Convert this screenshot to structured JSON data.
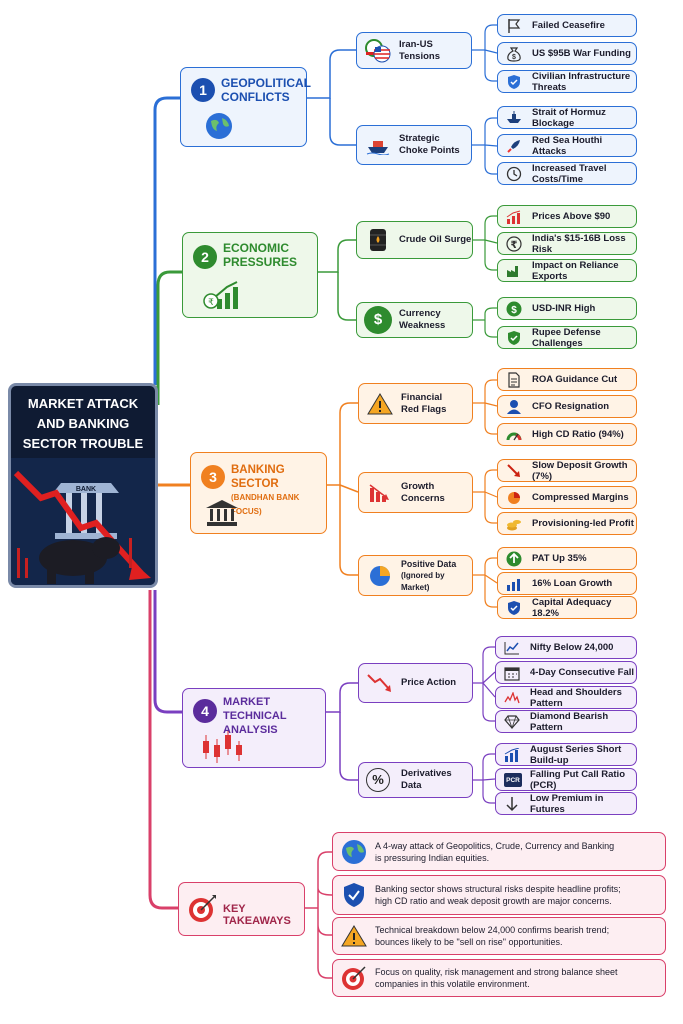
{
  "main_title": [
    "MARKET ATTACK",
    "AND BANKING",
    "SECTOR TROUBLE"
  ],
  "main_image": {
    "bank_sign": "BANK"
  },
  "colors": {
    "geo": "#2b6fd6",
    "eco": "#3a9a3a",
    "bank": "#f08020",
    "tech": "#7a3fc0",
    "take": "#d9406a"
  },
  "categories": [
    {
      "number": "1",
      "title": [
        "GEOPOLITICAL",
        "CONFLICTS"
      ],
      "icon": "globe-icon",
      "subs": [
        {
          "label": [
            "Iran-US Tensions"
          ],
          "icon": "flags-icon",
          "leaves": [
            {
              "label": "Failed Ceasefire",
              "icon": "flag-icon"
            },
            {
              "label": "US $95B War Funding",
              "icon": "money-bag-icon"
            },
            {
              "label": "Civilian Infrastructure Threats",
              "icon": "shield-icon"
            }
          ]
        },
        {
          "label": [
            "Strategic",
            "Choke Points"
          ],
          "icon": "ship-icon",
          "leaves": [
            {
              "label": "Strait of Hormuz Blockage",
              "icon": "ship-icon"
            },
            {
              "label": "Red Sea Houthi Attacks",
              "icon": "rocket-icon"
            },
            {
              "label": "Increased Travel Costs/Time",
              "icon": "clock-icon"
            }
          ]
        }
      ]
    },
    {
      "number": "2",
      "title": [
        "ECONOMIC",
        "PRESSURES"
      ],
      "icon": "rupee-growth-icon",
      "subs": [
        {
          "label": [
            "Crude Oil Surge"
          ],
          "icon": "oil-barrel-icon",
          "leaves": [
            {
              "label": "Prices Above $90",
              "icon": "rising-chart-icon"
            },
            {
              "label": "India's $15-16B Loss Risk",
              "icon": "rupee-icon"
            },
            {
              "label": "Impact on Reliance Exports",
              "icon": "factory-icon"
            }
          ]
        },
        {
          "label": [
            "Currency Weakness"
          ],
          "icon": "dollar-icon",
          "leaves": [
            {
              "label": "USD-INR High",
              "icon": "dollar-icon"
            },
            {
              "label": "Rupee Defense Challenges",
              "icon": "shield-icon"
            }
          ]
        }
      ]
    },
    {
      "number": "3",
      "title": [
        "BANKING SECTOR"
      ],
      "subtitle": "(BANDHAN BANK FOCUS)",
      "icon": "bank-icon",
      "subs": [
        {
          "label": [
            "Financial",
            "Red Flags"
          ],
          "icon": "warning-icon",
          "leaves": [
            {
              "label": "ROA Guidance Cut",
              "icon": "document-icon"
            },
            {
              "label": "CFO Resignation",
              "icon": "person-icon"
            },
            {
              "label": "High CD Ratio (94%)",
              "icon": "gauge-icon"
            }
          ]
        },
        {
          "label": [
            "Growth",
            "Concerns"
          ],
          "icon": "falling-bars-icon",
          "leaves": [
            {
              "label": "Slow Deposit Growth (7%)",
              "icon": "down-arrow-icon"
            },
            {
              "label": "Compressed Margins",
              "icon": "pie-icon"
            },
            {
              "label": "Provisioning-led Profit",
              "icon": "coins-icon"
            }
          ]
        },
        {
          "label": [
            "Positive Data",
            "(Ignored by Market)"
          ],
          "icon": "pie-chart-icon",
          "leaves": [
            {
              "label": "PAT Up 35%",
              "icon": "up-arrow-icon"
            },
            {
              "label": "16% Loan Growth",
              "icon": "bar-chart-icon"
            },
            {
              "label": "Capital Adequacy 18.2%",
              "icon": "shield-icon"
            }
          ]
        }
      ]
    },
    {
      "number": "4",
      "title": [
        "MARKET TECHNICAL",
        "ANALYSIS"
      ],
      "icon": "candlestick-icon",
      "subs": [
        {
          "label": [
            "Price Action"
          ],
          "icon": "downtrend-icon",
          "leaves": [
            {
              "label": "Nifty Below 24,000",
              "icon": "line-chart-icon"
            },
            {
              "label": "4-Day Consecutive Fall",
              "icon": "calendar-icon"
            },
            {
              "label": "Head and Shoulders Pattern",
              "icon": "pattern-icon"
            },
            {
              "label": "Diamond Bearish Pattern",
              "icon": "diamond-icon"
            }
          ]
        },
        {
          "label": [
            "Derivatives Data"
          ],
          "icon": "percent-icon",
          "leaves": [
            {
              "label": "August Series Short Build-up",
              "icon": "bar-chart-icon"
            },
            {
              "label": "Falling Put Call Ratio (PCR)",
              "icon": "pcr-icon",
              "badge": "PCR"
            },
            {
              "label": "Low Premium in Futures",
              "icon": "down-arrow-icon"
            }
          ]
        }
      ]
    }
  ],
  "takeaways": {
    "title": "KEY TAKEAWAYS",
    "icon": "target-icon",
    "items": [
      {
        "lines": [
          "A 4-way attack of Geopolitics, Crude, Currency and Banking",
          "is pressuring Indian equities."
        ],
        "icon": "globe-icon"
      },
      {
        "lines": [
          "Banking sector shows structural risks despite headline profits;",
          "high CD ratio and weak deposit growth are major concerns."
        ],
        "icon": "shield-icon"
      },
      {
        "lines": [
          "Technical breakdown below 24,000 confirms bearish trend;",
          "bounces likely to be \"sell on rise\" opportunities."
        ],
        "icon": "warning-icon"
      },
      {
        "lines": [
          "Focus on quality, risk management and strong balance sheet",
          "companies in this volatile environment."
        ],
        "icon": "target-icon"
      }
    ]
  }
}
